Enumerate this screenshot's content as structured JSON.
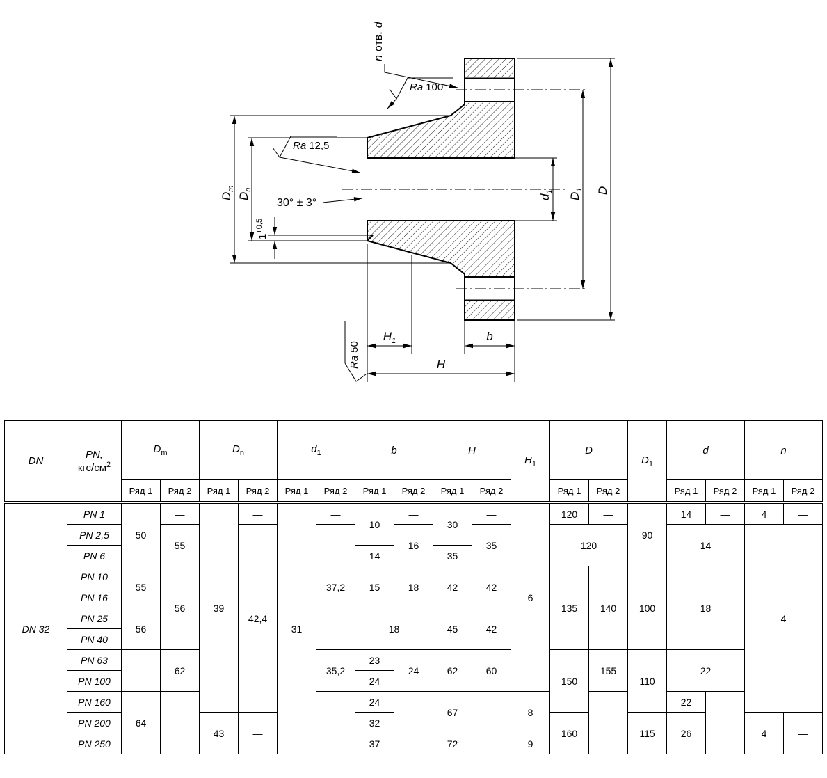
{
  "drawing": {
    "hole_note": {
      "n": "n",
      "mid": "отв.",
      "d": "d"
    },
    "roughness_top": {
      "ra": "Ra",
      "value": "100"
    },
    "roughness_mid": {
      "ra": "Ra",
      "value": "12,5"
    },
    "roughness_bottom": {
      "ra": "Ra",
      "value": "50"
    },
    "angle_note": "30° ± 3°",
    "chamfer": {
      "value": "1",
      "tolerance": "+0,5"
    },
    "dims": {
      "Dm": {
        "base": "D",
        "sub": "m"
      },
      "Dn": {
        "base": "D",
        "sub": "n"
      },
      "d1": {
        "base": "d",
        "sub": "1"
      },
      "D1": {
        "base": "D",
        "sub": "1"
      },
      "D": {
        "base": "D"
      },
      "H1": {
        "base": "H",
        "sub": "1"
      },
      "H": {
        "base": "H"
      },
      "b": {
        "base": "b"
      }
    }
  },
  "table": {
    "header": {
      "dn": "DN",
      "pn_top": "PN,",
      "pn_unit": "кгс/см",
      "pn_unit_sup": "2",
      "row1": "Ряд 1",
      "row2": "Ряд 2",
      "cols": {
        "Dm": {
          "base": "D",
          "sub": "m"
        },
        "Dn": {
          "base": "D",
          "sub": "n"
        },
        "d1": {
          "base": "d",
          "sub": "1"
        },
        "b": {
          "base": "b"
        },
        "H": {
          "base": "H"
        },
        "H1": {
          "base": "H",
          "sub": "1"
        },
        "D": {
          "base": "D"
        },
        "D1": {
          "base": "D",
          "sub": "1"
        },
        "d": {
          "base": "d"
        },
        "n": {
          "base": "n"
        }
      }
    },
    "rows": [
      [
        {
          "t": "DN 32",
          "rs": 12,
          "cls": "dn"
        },
        {
          "t": "PN 1",
          "cls": "pn"
        },
        {
          "t": "50",
          "rs": 3
        },
        {
          "t": "—"
        },
        {
          "t": "39",
          "rs": 10
        },
        {
          "t": "—"
        },
        {
          "t": "31",
          "rs": 12
        },
        {
          "t": "—"
        },
        {
          "t": "10",
          "rs": 2
        },
        {
          "t": "—"
        },
        {
          "t": "30",
          "rs": 2
        },
        {
          "t": "—"
        },
        {
          "t": "6",
          "rs": 9
        },
        {
          "t": "120"
        },
        {
          "t": "—"
        },
        {
          "t": "90",
          "rs": 3
        },
        {
          "t": "14"
        },
        {
          "t": "—"
        },
        {
          "t": "4"
        },
        {
          "t": "—"
        }
      ],
      [
        {
          "t": "PN 2,5",
          "cls": "pn"
        },
        {
          "t": "55",
          "rs": 2
        },
        {
          "t": "42,4",
          "rs": 9
        },
        {
          "t": "37,2",
          "rs": 6
        },
        {
          "t": "16",
          "rs": 2
        },
        {
          "t": "35",
          "rs": 2
        },
        {
          "t": "120",
          "rs": 2,
          "cs": 2
        },
        {
          "t": "14",
          "rs": 2,
          "cs": 2
        },
        {
          "t": "4",
          "rs": 9,
          "cs": 2
        }
      ],
      [
        {
          "t": "PN 6",
          "cls": "pn"
        },
        {
          "t": "14"
        },
        {
          "t": "35"
        }
      ],
      [
        {
          "t": "PN 10",
          "cls": "pn"
        },
        {
          "t": "55",
          "rs": 2
        },
        {
          "t": "56",
          "rs": 4
        },
        {
          "t": "15",
          "rs": 2
        },
        {
          "t": "18",
          "rs": 2
        },
        {
          "t": "42",
          "rs": 2
        },
        {
          "t": "42",
          "rs": 2
        },
        {
          "t": "135",
          "rs": 4
        },
        {
          "t": "140",
          "rs": 4
        },
        {
          "t": "100",
          "rs": 4
        },
        {
          "t": "18",
          "rs": 4,
          "cs": 2
        }
      ],
      [
        {
          "t": "PN 16",
          "cls": "pn"
        }
      ],
      [
        {
          "t": "PN 25",
          "cls": "pn"
        },
        {
          "t": "56",
          "rs": 2
        },
        {
          "t": "18",
          "rs": 2,
          "cs": 2
        },
        {
          "t": "45",
          "rs": 2
        },
        {
          "t": "42",
          "rs": 2
        }
      ],
      [
        {
          "t": "PN 40",
          "cls": "pn"
        }
      ],
      [
        {
          "t": "PN 63",
          "cls": "pn"
        },
        {
          "t": "",
          "rs": 2
        },
        {
          "t": "62",
          "rs": 2
        },
        {
          "t": "35,2",
          "rs": 2
        },
        {
          "t": "23"
        },
        {
          "t": "24",
          "rs": 2
        },
        {
          "t": "62",
          "rs": 2
        },
        {
          "t": "60",
          "rs": 2
        },
        {
          "t": "150",
          "rs": 3
        },
        {
          "t": "155",
          "rs": 2
        },
        {
          "t": "110",
          "rs": 3
        },
        {
          "t": "22",
          "rs": 2,
          "cs": 2
        }
      ],
      [
        {
          "t": "PN 100",
          "cls": "pn"
        },
        {
          "t": "24"
        }
      ],
      [
        {
          "t": "PN 160",
          "cls": "pn"
        },
        {
          "t": "64",
          "rs": 3
        },
        {
          "t": "—",
          "rs": 3
        },
        {
          "t": "—",
          "rs": 3
        },
        {
          "t": "24"
        },
        {
          "t": "—",
          "rs": 3
        },
        {
          "t": "67",
          "rs": 2
        },
        {
          "t": "—",
          "rs": 3
        },
        {
          "t": "8",
          "rs": 2
        },
        {
          "t": "—",
          "rs": 3
        },
        {
          "t": "22"
        },
        {
          "t": "—",
          "rs": 3
        }
      ],
      [
        {
          "t": "PN 200",
          "cls": "pn"
        },
        {
          "t": "43",
          "rs": 2
        },
        {
          "t": "—",
          "rs": 2
        },
        {
          "t": "32"
        },
        {
          "t": "160",
          "rs": 2
        },
        {
          "t": "115",
          "rs": 2
        },
        {
          "t": "26",
          "rs": 2
        },
        {
          "t": "4",
          "rs": 2
        },
        {
          "t": "—",
          "rs": 2
        }
      ],
      [
        {
          "t": "PN 250",
          "cls": "pn"
        },
        {
          "t": "37"
        },
        {
          "t": "72"
        },
        {
          "t": "9"
        }
      ]
    ]
  }
}
